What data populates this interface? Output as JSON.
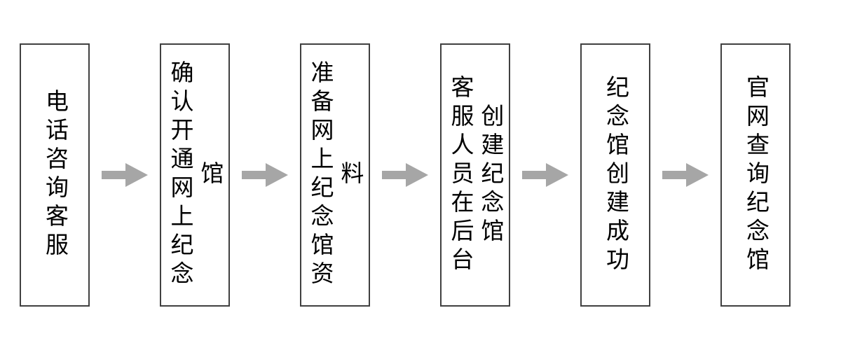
{
  "diagram": {
    "type": "flowchart",
    "orientation": "left-to-right",
    "text_direction": "vertical",
    "colors": {
      "background": "#ffffff",
      "node_border": "#404040",
      "node_fill": "#ffffff",
      "node_text": "#000000",
      "arrow_fill": "#a6a6a6"
    },
    "nodes": [
      {
        "id": "step-1",
        "label": "电话咨询客服"
      },
      {
        "id": "step-2",
        "label": "确认开通网上纪念馆"
      },
      {
        "id": "step-3",
        "label": "准备网上纪念馆资料"
      },
      {
        "id": "step-4",
        "label": "客服人员在后台创建纪念馆"
      },
      {
        "id": "step-5",
        "label": "纪念馆创建成功"
      },
      {
        "id": "step-6",
        "label": "官网查询纪念馆"
      }
    ],
    "connectors": [
      {
        "id": "arrow-1",
        "icon": "right-arrow-icon",
        "from": "step-1",
        "to": "step-2"
      },
      {
        "id": "arrow-2",
        "icon": "right-arrow-icon",
        "from": "step-2",
        "to": "step-3"
      },
      {
        "id": "arrow-3",
        "icon": "right-arrow-icon",
        "from": "step-3",
        "to": "step-4"
      },
      {
        "id": "arrow-4",
        "icon": "right-arrow-icon",
        "from": "step-4",
        "to": "step-5"
      },
      {
        "id": "arrow-5",
        "icon": "right-arrow-icon",
        "from": "step-5",
        "to": "step-6"
      }
    ]
  }
}
